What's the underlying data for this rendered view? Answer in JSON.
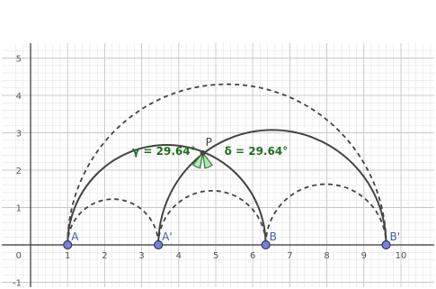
{
  "colors": {
    "background": "#ffffff",
    "grid_minor": "#e4e4e4",
    "grid_major": "#c8c8c8",
    "axis": "#333333",
    "curve": "#444444",
    "point_fill": "#7b83c7",
    "point_stroke": "#2d3480",
    "point_label": "#4a53b0",
    "angle_fill": "#9fd99f",
    "angle_stroke": "#2f7d2f",
    "angle_text": "#1e6e1e"
  },
  "axes": {
    "xlim": [
      -0.4,
      11.0
    ],
    "ylim": [
      -1.15,
      5.3
    ],
    "x_ticks": [
      0,
      1,
      2,
      3,
      4,
      5,
      6,
      7,
      8,
      9,
      10
    ],
    "y_ticks": [
      -1,
      1,
      2,
      3,
      4,
      5
    ],
    "origin_label": "0",
    "minor_step": 0.2,
    "grid": true
  },
  "points": [
    {
      "id": "A",
      "label": "A",
      "x": 1.0,
      "y": 0.0,
      "visible": true
    },
    {
      "id": "A1",
      "label": "A'",
      "x": 3.45,
      "y": 0.0,
      "visible": true
    },
    {
      "id": "B",
      "label": "B",
      "x": 6.35,
      "y": 0.0,
      "visible": true
    },
    {
      "id": "B1",
      "label": "B'",
      "x": 9.6,
      "y": 0.0,
      "visible": true
    },
    {
      "id": "P",
      "label": "P",
      "x": 4.65,
      "y": 2.46,
      "visible": false
    }
  ],
  "arcs": [
    {
      "from": "A",
      "to": "B",
      "style": "solid"
    },
    {
      "from": "A1",
      "to": "B1",
      "style": "solid"
    },
    {
      "from": "A",
      "to": "B1",
      "style": "dashed"
    },
    {
      "from": "A",
      "to": "A1",
      "style": "dashed"
    },
    {
      "from": "A1",
      "to": "B",
      "style": "dashed"
    },
    {
      "from": "B",
      "to": "B1",
      "style": "dashed"
    }
  ],
  "angles": [
    {
      "vertex": "P",
      "label": "γ = 29.64°",
      "side": "left"
    },
    {
      "vertex": "P",
      "label": "δ = 29.64°",
      "side": "right"
    }
  ]
}
